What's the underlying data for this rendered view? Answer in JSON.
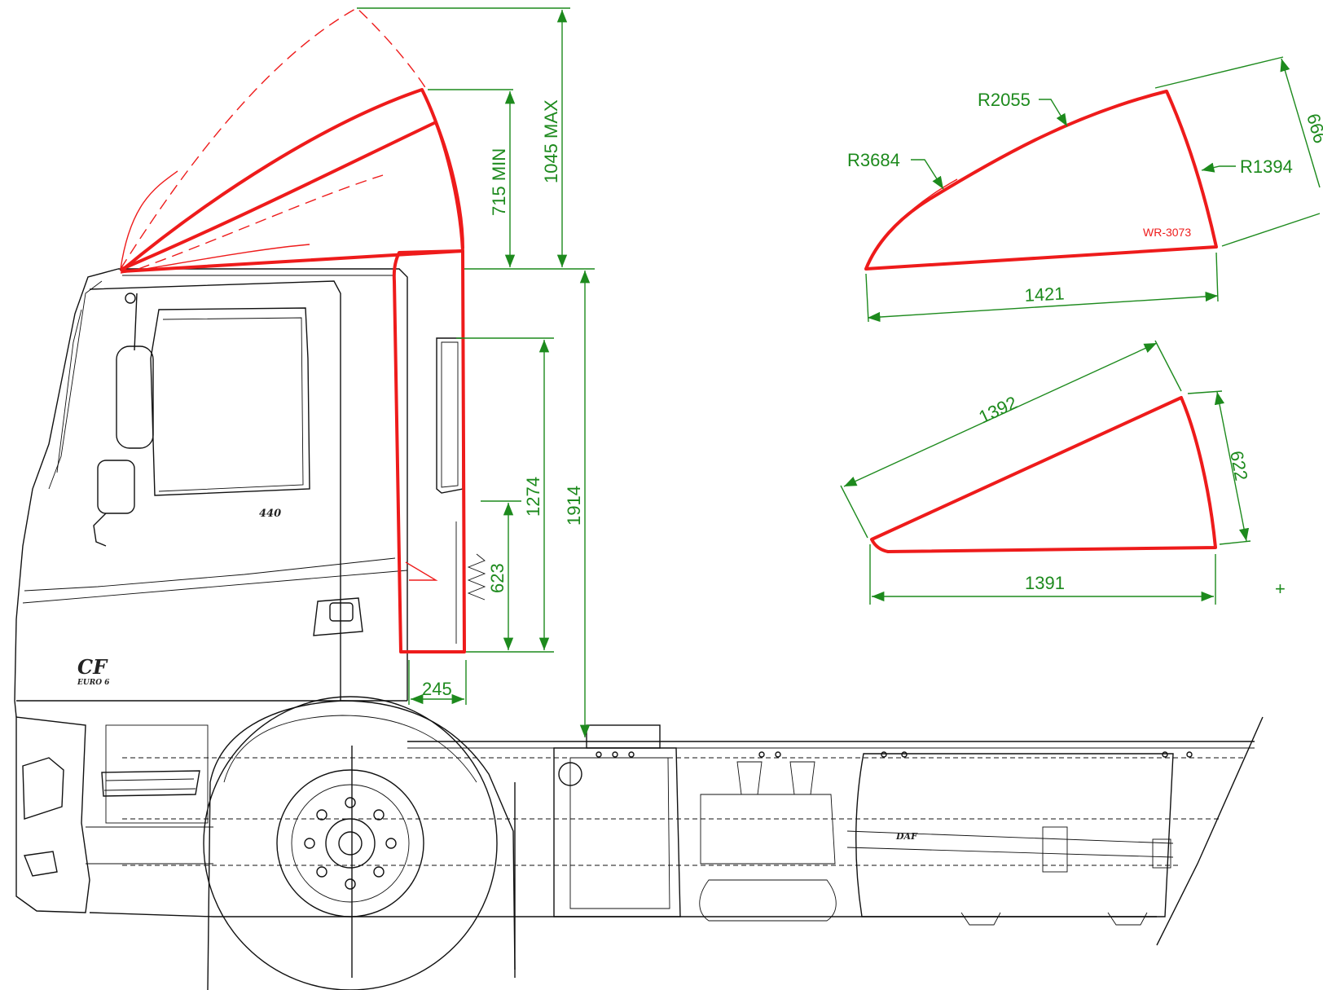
{
  "colors": {
    "outline": "#111111",
    "spoiler": "#ee1b1b",
    "dimension": "#1d8a1d",
    "background": "#ffffff"
  },
  "truck": {
    "model_badge": "CF",
    "euro_badge": "EURO 6",
    "power_badge": "440",
    "tank_logo": "DAF"
  },
  "main_dimensions": {
    "height_max": "1045 MAX",
    "height_min": "715 MIN",
    "cab_height": "1914",
    "side_collar_height": "1274",
    "side_collar_lower": "623",
    "side_collar_depth": "245"
  },
  "spoiler_profile": {
    "code": "WR-3073",
    "radius_top": "R2055",
    "radius_front": "R3684",
    "radius_rear": "R1394",
    "length": "1421",
    "height": "666"
  },
  "spoiler_low_profile": {
    "diagonal": "1392",
    "height": "622",
    "length": "1391"
  }
}
